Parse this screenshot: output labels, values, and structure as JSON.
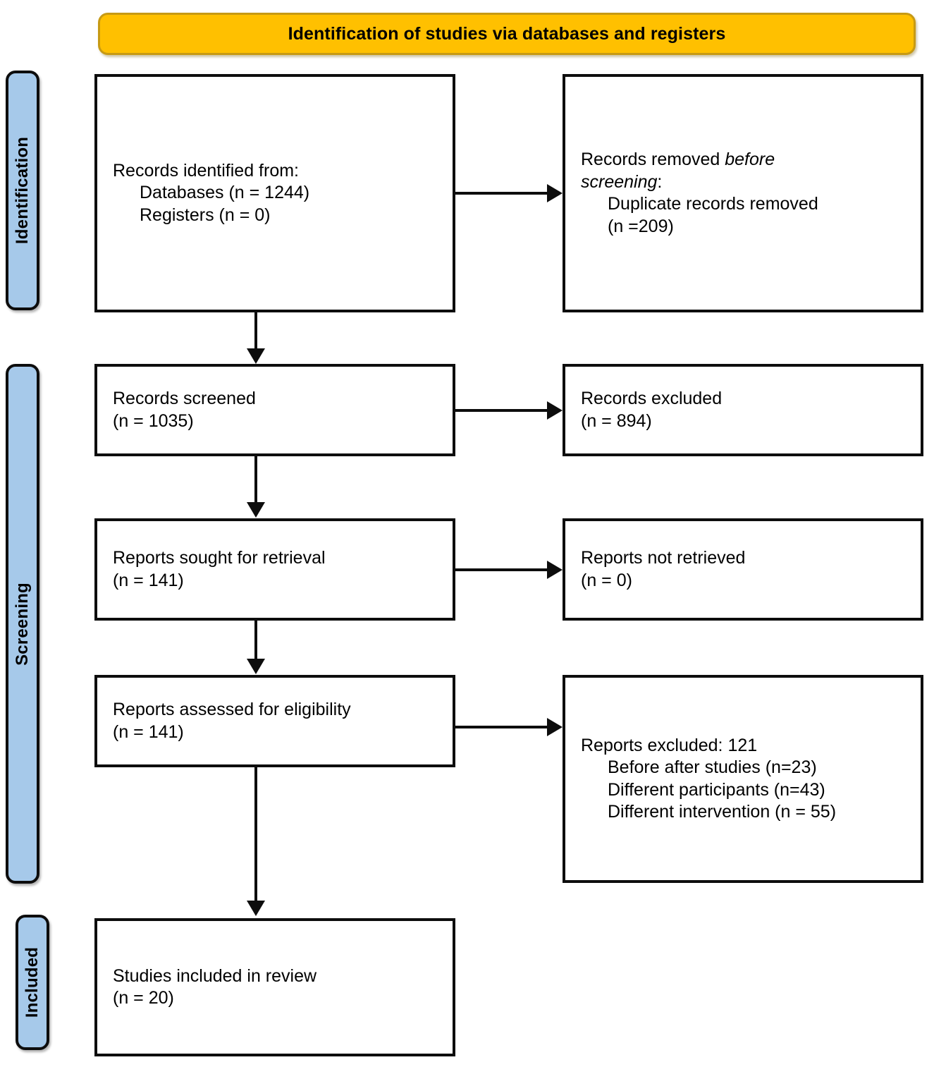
{
  "diagram": {
    "type": "prisma-flow-diagram",
    "title": "Identification of studies via databases and registers",
    "colors": {
      "banner_fill": "#FFC000",
      "banner_border": "#C79A14",
      "stage_fill": "#A6C9EA",
      "box_border": "#0d0d0d",
      "box_fill": "#FFFFFF",
      "text": "#000000"
    }
  },
  "stages": [
    {
      "id": "identification",
      "label": "Identification"
    },
    {
      "id": "screening",
      "label": "Screening"
    },
    {
      "id": "included",
      "label": "Included"
    }
  ],
  "boxes": {
    "identified": {
      "lines": [
        "Records identified from:",
        "Databases (n = 1244)",
        "Registers (n = 0)"
      ]
    },
    "removed_before_screening": {
      "line1_pre": "Records removed ",
      "line1_italic": "before",
      "line2_italic": "screening",
      "line2_post": ":",
      "line3": "Duplicate records removed",
      "line4": "(n =209)"
    },
    "screened": {
      "lines": [
        "Records screened",
        "(n = 1035)"
      ]
    },
    "records_excluded": {
      "lines": [
        "Records excluded",
        "(n = 894)"
      ]
    },
    "sought_for_retrieval": {
      "lines": [
        "Reports sought for retrieval",
        "(n = 141)"
      ]
    },
    "not_retrieved": {
      "lines": [
        "Reports not retrieved",
        "(n = 0)"
      ]
    },
    "assessed_for_eligibility": {
      "lines": [
        "Reports assessed for eligibility",
        "(n = 141)"
      ]
    },
    "reports_excluded": {
      "heading": "Reports excluded: 121",
      "reasons": [
        "Before after studies (n=23)",
        "Different participants (n=43)",
        "Different intervention (n = 55)"
      ]
    },
    "studies_included": {
      "lines": [
        "Studies included in review",
        "(n = 20)"
      ]
    }
  },
  "chart_data": {
    "type": "table",
    "title": "Identification of studies via databases and registers",
    "nodes": [
      {
        "id": "identified_databases",
        "label": "Records identified from: Databases",
        "n": 1244,
        "stage": "Identification"
      },
      {
        "id": "identified_registers",
        "label": "Records identified from: Registers",
        "n": 0,
        "stage": "Identification"
      },
      {
        "id": "duplicates_removed",
        "label": "Duplicate records removed before screening",
        "n": 209,
        "stage": "Identification"
      },
      {
        "id": "records_screened",
        "label": "Records screened",
        "n": 1035,
        "stage": "Screening"
      },
      {
        "id": "records_excluded",
        "label": "Records excluded",
        "n": 894,
        "stage": "Screening"
      },
      {
        "id": "reports_sought",
        "label": "Reports sought for retrieval",
        "n": 141,
        "stage": "Screening"
      },
      {
        "id": "reports_not_retrieved",
        "label": "Reports not retrieved",
        "n": 0,
        "stage": "Screening"
      },
      {
        "id": "reports_assessed",
        "label": "Reports assessed for eligibility",
        "n": 141,
        "stage": "Screening"
      },
      {
        "id": "reports_excluded_total",
        "label": "Reports excluded",
        "n": 121,
        "stage": "Screening"
      },
      {
        "id": "excluded_before_after",
        "label": "Before after studies",
        "n": 23,
        "stage": "Screening"
      },
      {
        "id": "excluded_participants",
        "label": "Different participants",
        "n": 43,
        "stage": "Screening"
      },
      {
        "id": "excluded_intervention",
        "label": "Different intervention",
        "n": 55,
        "stage": "Screening"
      },
      {
        "id": "studies_included",
        "label": "Studies included in review",
        "n": 20,
        "stage": "Included"
      }
    ]
  }
}
